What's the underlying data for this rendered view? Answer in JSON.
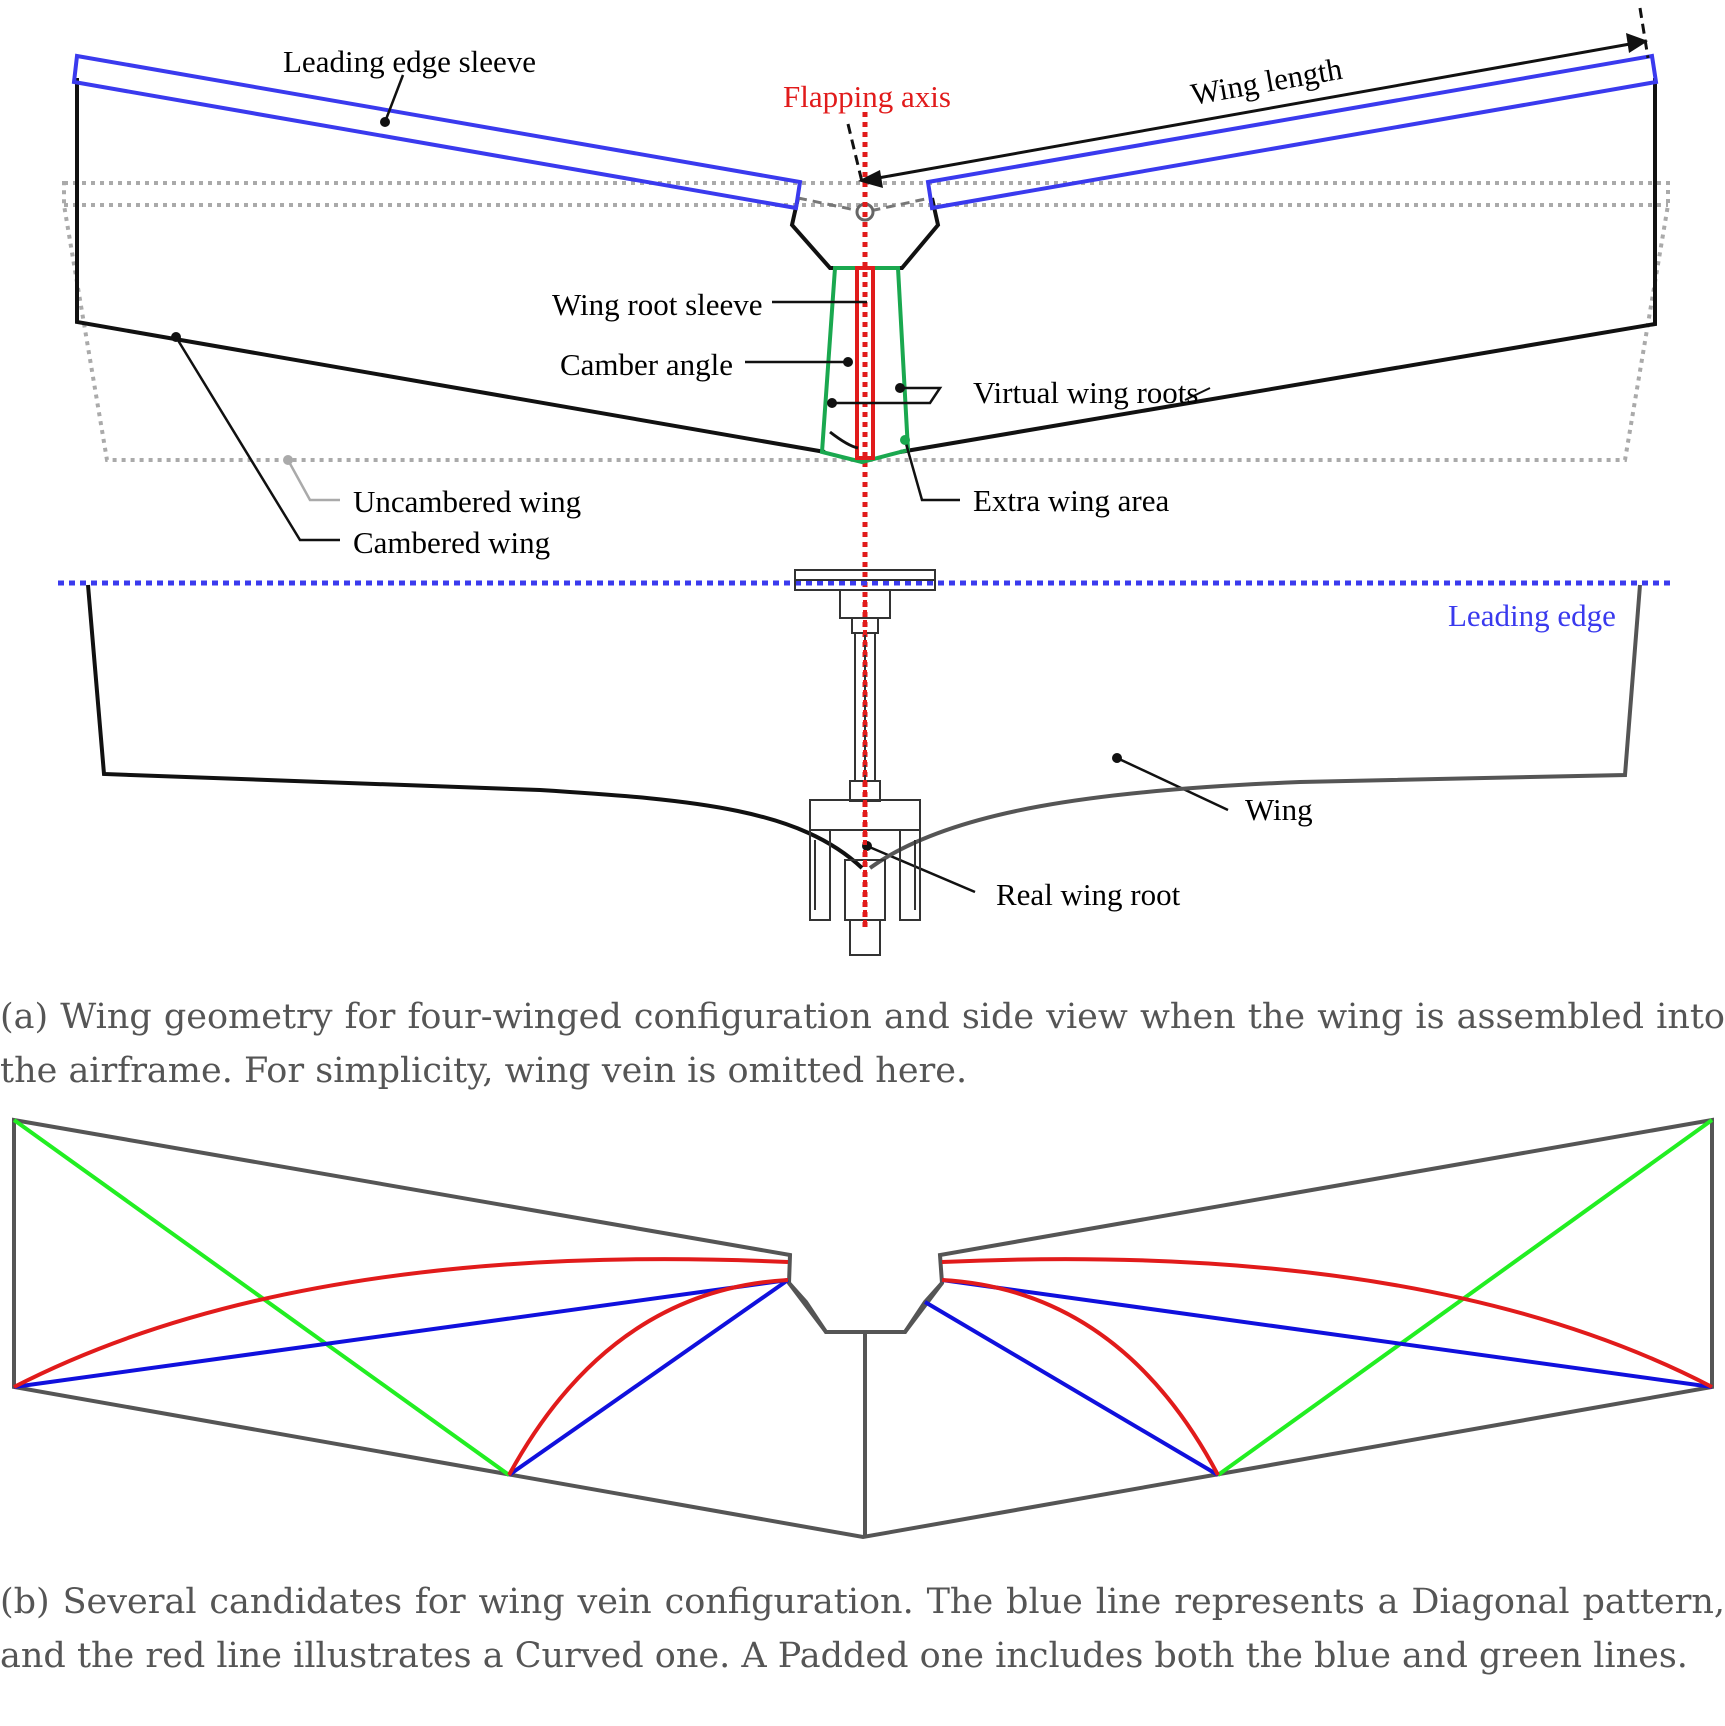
{
  "panel_a": {
    "labels": {
      "leading_edge_sleeve": "Leading edge sleeve",
      "flapping_axis": "Flapping axis",
      "wing_length": "Wing length",
      "wing_root_sleeve": "Wing root sleeve",
      "camber_angle": "Camber angle",
      "virtual_wing_roots": "Virtual wing roots",
      "uncambered_wing": "Uncambered wing",
      "cambered_wing": "Cambered wing",
      "extra_wing_area": "Extra wing area",
      "leading_edge": "Leading edge",
      "wing": "Wing",
      "real_wing_root": "Real wing root"
    },
    "caption": "(a) Wing geometry for four-winged configuration and side view when the wing is assembled into the airframe. For simplicity, wing vein is omitted here."
  },
  "panel_b": {
    "caption": "(b) Several candidates for wing vein configuration. The blue line represents a Diagonal pattern, and the red line illustrates a Curved one. A Padded one includes both the blue and green lines."
  },
  "colors": {
    "blue": "#3a3aee",
    "red": "#e11b1b",
    "green": "#1aa84f",
    "bright_green": "#22ee22",
    "vein_blue": "#1010dd",
    "outline": "#555555",
    "gray_dotted": "#aaaaaa"
  }
}
